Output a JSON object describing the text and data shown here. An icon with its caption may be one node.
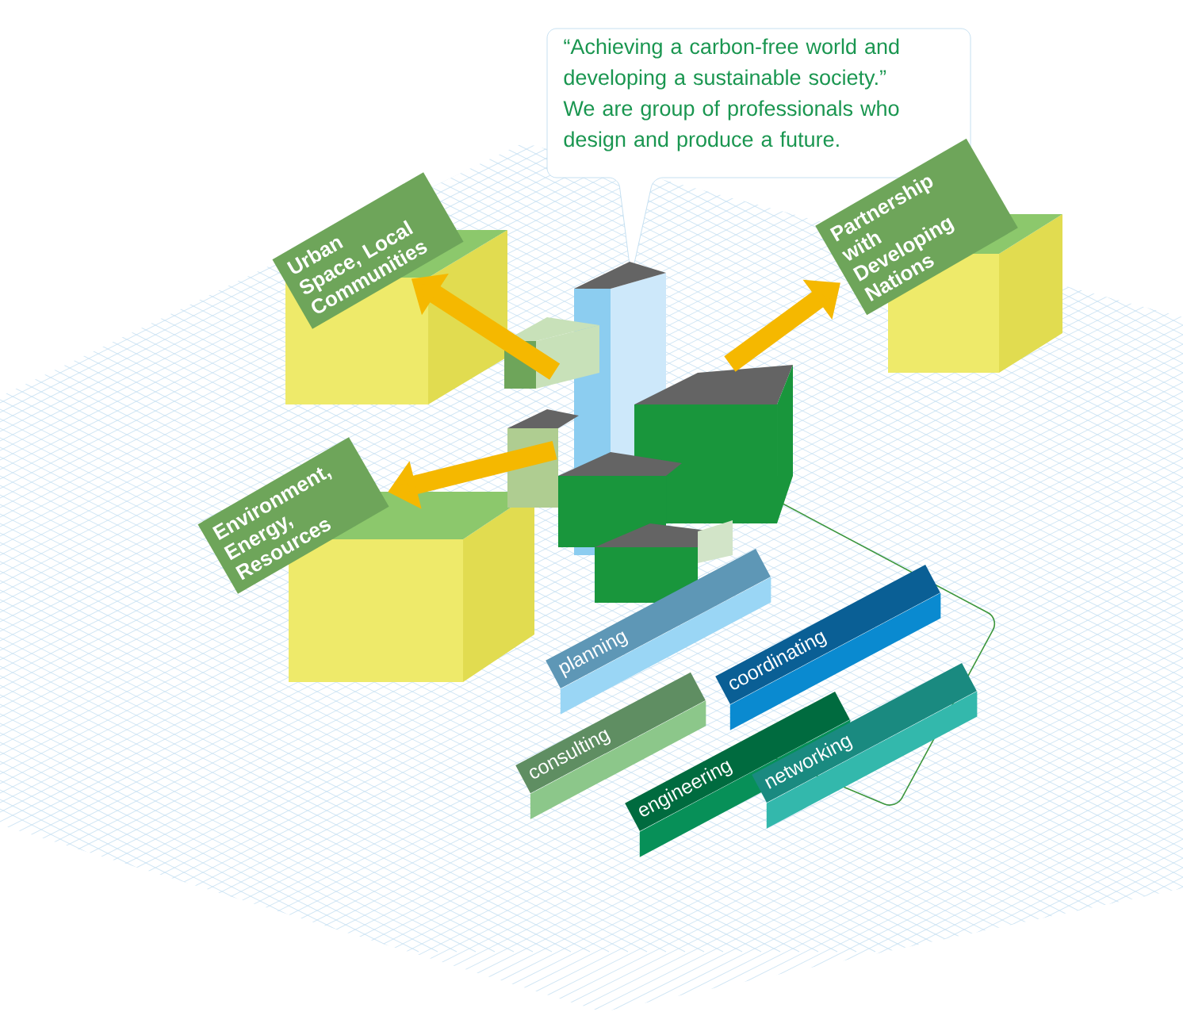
{
  "diagram": {
    "nodes": [
      {
        "text": [
          "“Achieving a carbon-free world and developing a sustainable society.”",
          "We are group of professionals who design and produce a future."
        ]
      },
      {
        "text": [
          "Urban Space, Local Communities"
        ]
      },
      {
        "text": [
          "Partnership with Developing Nations"
        ]
      },
      {
        "text": [
          "Environment, Energy, Resources"
        ]
      },
      {
        "text": [],
        "shape": "picture"
      },
      {
        "text": [
          "planning"
        ]
      },
      {
        "text": [
          "consulting"
        ]
      },
      {
        "text": [
          "coordinating"
        ]
      },
      {
        "text": [
          "engineering"
        ]
      },
      {
        "text": [
          "networking"
        ]
      }
    ],
    "edges": [
      {
        "from": 4,
        "to": 1,
        "arrow": "to"
      },
      {
        "from": 4,
        "to": 2,
        "arrow": "to"
      },
      {
        "from": 4,
        "to": 3,
        "arrow": "to"
      }
    ]
  }
}
